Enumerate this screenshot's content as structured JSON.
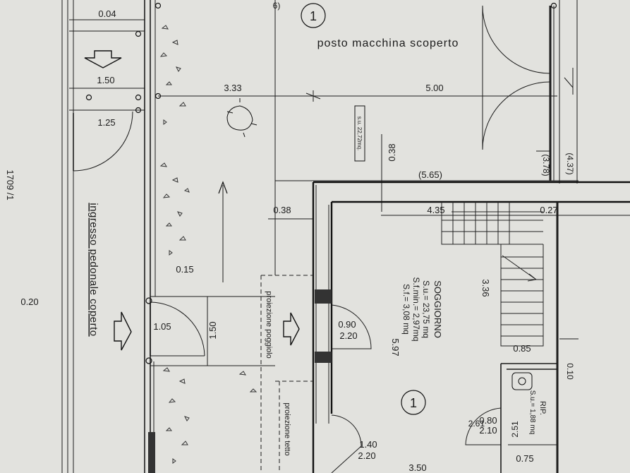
{
  "title": "posto macchina scoperto",
  "room_number_top": "1",
  "room_number_main": "1",
  "garden_label": "ingresso pedonale coperto",
  "projections": {
    "balcony": "proiezione poggiolo",
    "roof": "proiezione tetto"
  },
  "parking_area": "s.u. 22,72mq.",
  "room": {
    "name": "SOGGIORNO",
    "su": "S.u.= 23,75 mq",
    "sfmin": "S.f.min.= 2,97mq",
    "sf": "S.f.= 3,08 mq"
  },
  "storage": {
    "name": "RIP.",
    "su": "S.u.= 1,88 mq"
  },
  "dimensions": {
    "d004": "0.04",
    "d150a": "1.50",
    "d125": "1.25",
    "d333": "3.33",
    "d500": "5.00",
    "d038a": "0.38",
    "d565": "(5.65)",
    "d437": "(4.37)",
    "d378": "(3.78)",
    "d038b": "0.38",
    "d435": "4.35",
    "d027": "0.27",
    "d336": "3.36",
    "d015": "0.15",
    "d020": "0.20",
    "d105": "1.05",
    "d150b": "1.50",
    "door1_w": "0.90",
    "door1_h": "2.20",
    "d597": "5.97",
    "d085": "0.85",
    "d010": "0.10",
    "door2_w": "1.40",
    "door2_h": "2.20",
    "door3_w": "0.80",
    "door3_h": "2.10",
    "d261": "2.61",
    "d251": "2.51",
    "d075": "0.75",
    "d350": "3.50",
    "edge_top": "6)",
    "edge_left": "1709 /1"
  }
}
